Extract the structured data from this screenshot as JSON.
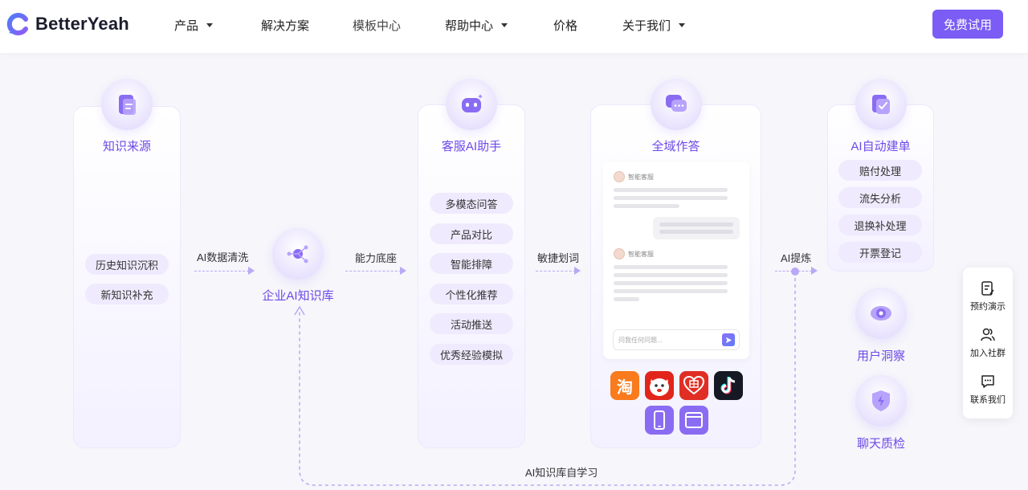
{
  "header": {
    "logo_text": "BetterYeah",
    "nav": [
      {
        "label": "产品",
        "has_caret": true
      },
      {
        "label": "解决方案",
        "has_caret": false
      },
      {
        "label": "模板中心",
        "has_caret": false
      },
      {
        "label": "帮助中心",
        "has_caret": true
      },
      {
        "label": "价格",
        "has_caret": false
      },
      {
        "label": "关于我们",
        "has_caret": true
      }
    ],
    "trial_button": "免费试用"
  },
  "colors": {
    "accent": "#7b5cf5",
    "title_purple": "#6d49e8",
    "pill_bg": "#efeafd"
  },
  "knowledge_source": {
    "title": "知识来源",
    "icon": "document-icon",
    "items": [
      "历史知识沉积",
      "新知识补充"
    ]
  },
  "flow": {
    "clean_label": "AI数据清洗",
    "capability_label": "能力底座",
    "agile_label": "敏捷划词",
    "refine_label": "AI提炼",
    "self_learn_label": "AI知识库自学习"
  },
  "knowledge_base": {
    "title": "企业AI知识库",
    "icon": "network-icon"
  },
  "assistant": {
    "title": "客服AI助手",
    "icon": "robot-icon",
    "items": [
      "多模态问答",
      "产品对比",
      "智能排障",
      "个性化推荐",
      "活动推送",
      "优秀经验模拟"
    ]
  },
  "omni": {
    "title": "全域作答",
    "icon": "chat-bubbles-icon",
    "chat": {
      "agent_name_1": "智能客服",
      "agent_name_2": "智能客服",
      "input_placeholder": "问我任何问题..."
    },
    "apps": [
      "taobao-icon",
      "jd-icon",
      "pinduoduo-icon",
      "douyin-icon",
      "mobile-app-icon",
      "web-app-icon"
    ],
    "taobao_char": "淘"
  },
  "auto_ticket": {
    "title": "AI自动建单",
    "icon": "checklist-icon",
    "items": [
      "赔付处理",
      "流失分析",
      "退换补处理",
      "开票登记"
    ]
  },
  "user_insight": {
    "title": "用户洞察",
    "icon": "eye-icon"
  },
  "chat_qc": {
    "title": "聊天质检",
    "icon": "shield-lightning-icon"
  },
  "float_panel": {
    "items": [
      {
        "label": "预约演示",
        "icon": "edit-form-icon"
      },
      {
        "label": "加入社群",
        "icon": "users-icon"
      },
      {
        "label": "联系我们",
        "icon": "message-icon"
      }
    ]
  }
}
